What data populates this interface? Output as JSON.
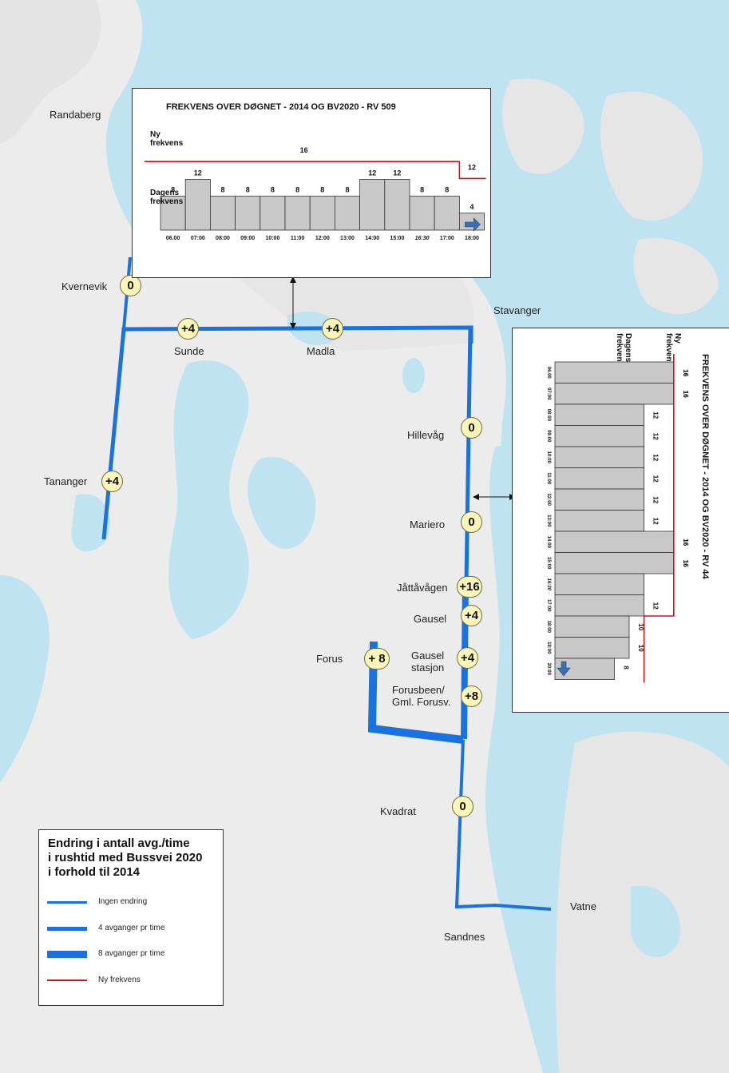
{
  "map": {
    "colors": {
      "water": "#bfe3f1",
      "land": "#ececec",
      "route": "#1a72e0",
      "new_frequency": "#d0141a",
      "marker_fill": "#fbf5b9",
      "bar_fill": "#c8c8c8"
    },
    "places": [
      {
        "id": "randaberg",
        "label": "Randaberg"
      },
      {
        "id": "kvernevik",
        "label": "Kvernevik"
      },
      {
        "id": "sunde",
        "label": "Sunde"
      },
      {
        "id": "madla",
        "label": "Madla"
      },
      {
        "id": "stavanger",
        "label": "Stavanger"
      },
      {
        "id": "hillevag",
        "label": "Hillevåg"
      },
      {
        "id": "tananger",
        "label": "Tananger"
      },
      {
        "id": "mariero",
        "label": "Mariero"
      },
      {
        "id": "jattavagen",
        "label": "Jåttåvågen"
      },
      {
        "id": "gausel",
        "label": "Gausel"
      },
      {
        "id": "forus",
        "label": "Forus"
      },
      {
        "id": "gausel_stasjon",
        "label": "Gausel\nstasjon"
      },
      {
        "id": "forusbeen",
        "label": "Forusbeen/\nGml. Forusv."
      },
      {
        "id": "kvadrat",
        "label": "Kvadrat"
      },
      {
        "id": "vatne",
        "label": "Vatne"
      },
      {
        "id": "sandnes",
        "label": "Sandnes"
      }
    ],
    "markers": [
      {
        "id": "kvernevik",
        "value": "0"
      },
      {
        "id": "sunde",
        "value": "+4"
      },
      {
        "id": "madla",
        "value": "+4"
      },
      {
        "id": "tananger",
        "value": "+4"
      },
      {
        "id": "hillevag",
        "value": "0"
      },
      {
        "id": "mariero",
        "value": "0"
      },
      {
        "id": "jattavagen",
        "value": "+16"
      },
      {
        "id": "gausel",
        "value": "+4"
      },
      {
        "id": "gausel_stasjon",
        "value": "+4"
      },
      {
        "id": "forusbeen",
        "value": "+8"
      },
      {
        "id": "forus",
        "value": "+ 8"
      },
      {
        "id": "kvadrat",
        "value": "0"
      }
    ]
  },
  "chart_data": [
    {
      "type": "bar",
      "title": "FREKVENS OVER DØGNET - 2014 OG BV2020 - RV 509",
      "series_labels": {
        "new": "Ny\nfrekvens",
        "current": "Dagens\nfrekvens"
      },
      "categories": [
        "06.00",
        "07:00",
        "08:00",
        "09:00",
        "10:00",
        "11:00",
        "12:00",
        "13:00",
        "14:00",
        "15:00",
        "16:30",
        "17:00",
        "18:00"
      ],
      "current_values": [
        8,
        12,
        8,
        8,
        8,
        8,
        8,
        8,
        12,
        12,
        8,
        8,
        4
      ],
      "current_labels": [
        "8",
        "12",
        "8",
        "8",
        "8",
        "8",
        "8",
        "8",
        "12",
        "12",
        "8",
        "8",
        "4"
      ],
      "new_frequency": [
        16,
        16,
        16,
        16,
        16,
        16,
        16,
        16,
        16,
        16,
        16,
        16,
        12
      ],
      "new_labels": [
        {
          "text": "16",
          "category_index": 5
        },
        {
          "text": "12",
          "category_index": 12
        }
      ],
      "ylim": [
        0,
        16
      ]
    },
    {
      "type": "bar",
      "title": "FREKVENS OVER DØGNET - 2014 OG BV2020 - RV 44",
      "series_labels": {
        "new": "Ny\nfrekvens",
        "current": "Dagens\nfrekvens"
      },
      "categories": [
        "06.00",
        "07:00",
        "08:00",
        "09:00",
        "10:00",
        "11:00",
        "12:00",
        "13:00",
        "14:00",
        "15:00",
        "16:30",
        "17:00",
        "18:00",
        "19:00",
        "20:00"
      ],
      "current_values": [
        16,
        16,
        12,
        12,
        12,
        12,
        12,
        12,
        16,
        16,
        12,
        12,
        10,
        10,
        8
      ],
      "current_labels": [
        "16",
        "16",
        "12",
        "12",
        "12",
        "12",
        "12",
        "12",
        "16",
        "16",
        "",
        "12",
        "10",
        "10",
        "8"
      ],
      "new_frequency": [
        16,
        16,
        16,
        16,
        16,
        16,
        16,
        16,
        16,
        16,
        16,
        16,
        12,
        12,
        12
      ],
      "new_labels": [
        {
          "text": "16",
          "category_index": 0
        },
        {
          "text": "16",
          "category_index": 1
        },
        {
          "text": "16",
          "category_index": 8
        },
        {
          "text": "16",
          "category_index": 9
        }
      ],
      "ylim": [
        0,
        16
      ]
    }
  ],
  "legend": {
    "title": "Endring i antall avg./time\ni rushtid med Bussvei 2020\ni forhold til 2014",
    "items": [
      {
        "label": "Ingen endring",
        "kind": "route",
        "weight": 1
      },
      {
        "label": "4 avganger pr time",
        "kind": "route",
        "weight": 2
      },
      {
        "label": "8 avganger pr time",
        "kind": "route",
        "weight": 3
      },
      {
        "label": "Ny frekvens",
        "kind": "new"
      }
    ]
  }
}
